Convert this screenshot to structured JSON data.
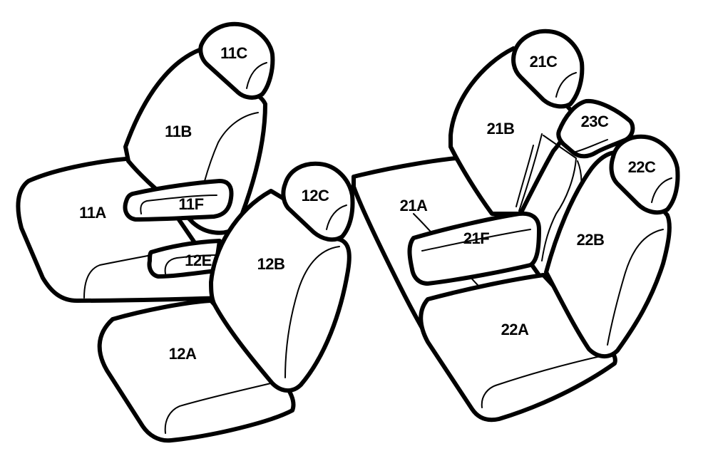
{
  "diagram": {
    "stroke_color": "#000000",
    "fill_color": "#ffffff",
    "labels": {
      "p11C": "11C",
      "p11B": "11B",
      "p11A": "11A",
      "p11F": "11F",
      "p12C": "12C",
      "p12B": "12B",
      "p12A": "12A",
      "p12E": "12E",
      "p21C": "21C",
      "p21B": "21B",
      "p21A": "21A",
      "p21F": "21F",
      "p23C": "23C",
      "p22C": "22C",
      "p22B": "22B",
      "p22A": "22A"
    }
  }
}
